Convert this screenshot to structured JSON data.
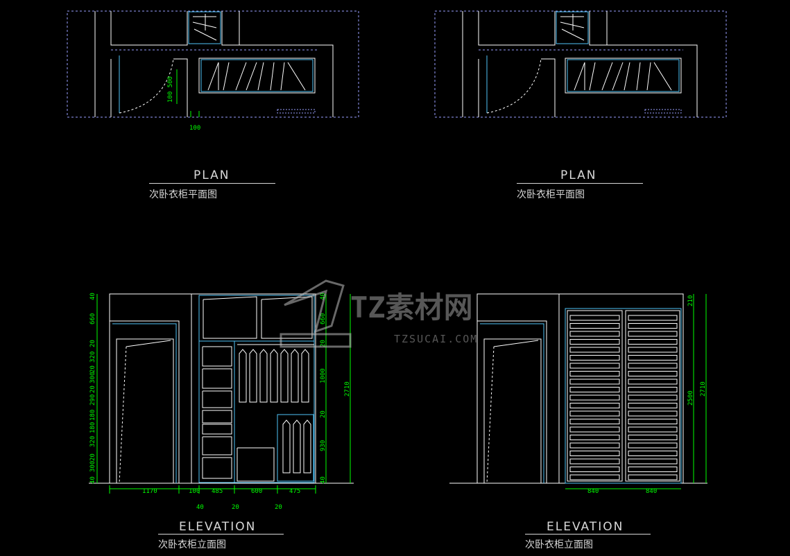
{
  "drawings": {
    "plan_left": {
      "title": "PLAN",
      "subtitle": "次卧衣柜平面图"
    },
    "plan_right": {
      "title": "PLAN",
      "subtitle": "次卧衣柜平面图"
    },
    "elev_left": {
      "title": "ELEVATION",
      "subtitle": "次卧衣柜立面图"
    },
    "elev_right": {
      "title": "ELEVATION",
      "subtitle": "次卧衣柜立面图"
    }
  },
  "dimensions": {
    "plan": {
      "vertical": "100 500",
      "bottom": "100"
    },
    "elev_left": {
      "left_column": [
        "40",
        "660",
        "20",
        "320",
        "20",
        "300",
        "20",
        "290",
        "180",
        "180",
        "320",
        "20",
        "300",
        "40"
      ],
      "right_column": [
        "40",
        "660",
        "20",
        "1000",
        "20",
        "930",
        "40"
      ],
      "overall": "2710",
      "bottom_row1": [
        "1170",
        "100",
        "485",
        "600",
        "475"
      ],
      "bottom_row2": [
        "40",
        "20",
        "20"
      ]
    },
    "elev_right": {
      "right_column": [
        "210",
        "2500"
      ],
      "overall": "2710",
      "bottom_row": [
        "840",
        "840"
      ]
    }
  },
  "watermark": {
    "brand": "TZ素材网",
    "url": "TZSUCAI.COM"
  },
  "colors": {
    "line": "#ffffff",
    "cyan": "#4fc3f7",
    "dim": "#00ff00",
    "hidden": "#9aa0ff"
  }
}
